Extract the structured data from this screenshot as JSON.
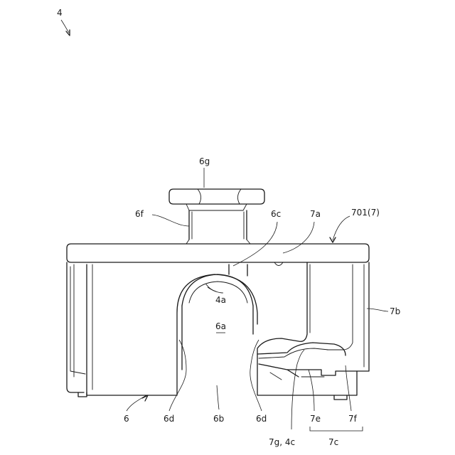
{
  "figure": {
    "reference_numeral": "4",
    "labels": {
      "6g": "6g",
      "6f": "6f",
      "6c": "6c",
      "7a": "7a",
      "701": "701(7)",
      "7b": "7b",
      "4a": "4a",
      "6a": "6a",
      "6": "6",
      "6d_left": "6d",
      "6b": "6b",
      "6d_right": "6d",
      "7g4c": "7g, 4c",
      "7e": "7e",
      "7f": "7f",
      "7c": "7c"
    }
  }
}
